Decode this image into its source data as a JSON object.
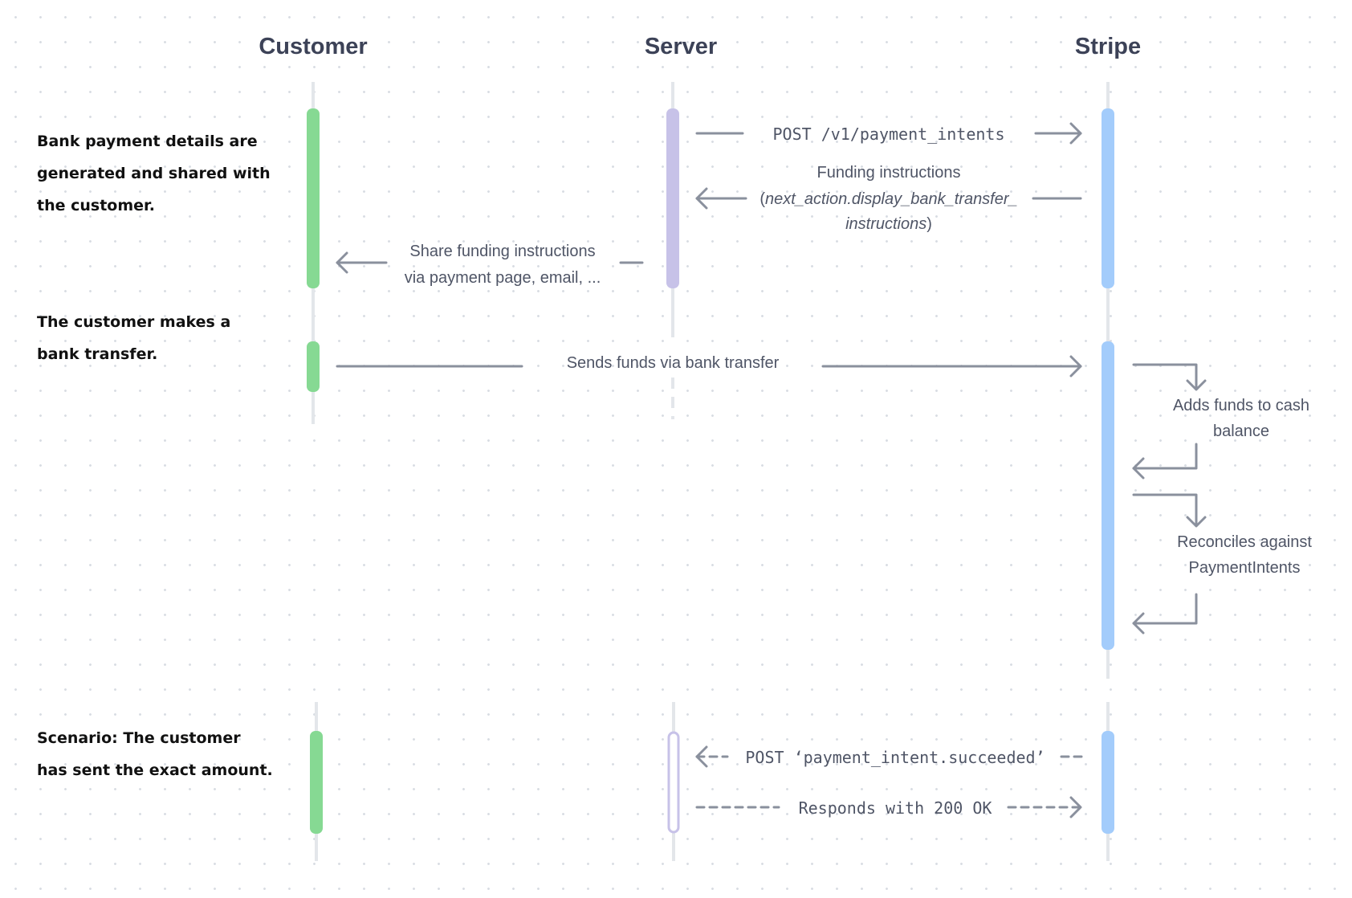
{
  "participants": {
    "customer": "Customer",
    "server": "Server",
    "stripe": "Stripe"
  },
  "notes": {
    "bank_details": [
      "Bank payment details are",
      "generated and shared with",
      "the customer."
    ],
    "bank_transfer": [
      "The customer makes a",
      "bank transfer."
    ],
    "scenario": [
      "Scenario: The customer",
      "has sent the exact amount."
    ]
  },
  "messages": {
    "post_payment_intents": "POST /v1/payment_intents",
    "funding_instructions": {
      "line1": "Funding instructions",
      "open_paren": "(",
      "line2_italic": "next_action.display_bank_transfer_",
      "line3_italic": "instructions",
      "close_paren": ")"
    },
    "share_funding": [
      "Share funding instructions",
      "via payment page, email, ..."
    ],
    "sends_funds": "Sends funds via bank transfer",
    "adds_funds": [
      "Adds funds to cash",
      "balance"
    ],
    "reconciles": [
      "Reconciles against",
      "PaymentIntents"
    ],
    "webhook": "POST ‘payment_intent.succeeded’",
    "responds": "Responds with 200 OK"
  },
  "colors": {
    "customer_bar": "#86d993",
    "server_bar": "#c7c2e8",
    "stripe_bar": "#a3ccfb",
    "arrow": "#8a909d",
    "lifeline": "#e3e6ea",
    "heading": "#3c4257"
  }
}
